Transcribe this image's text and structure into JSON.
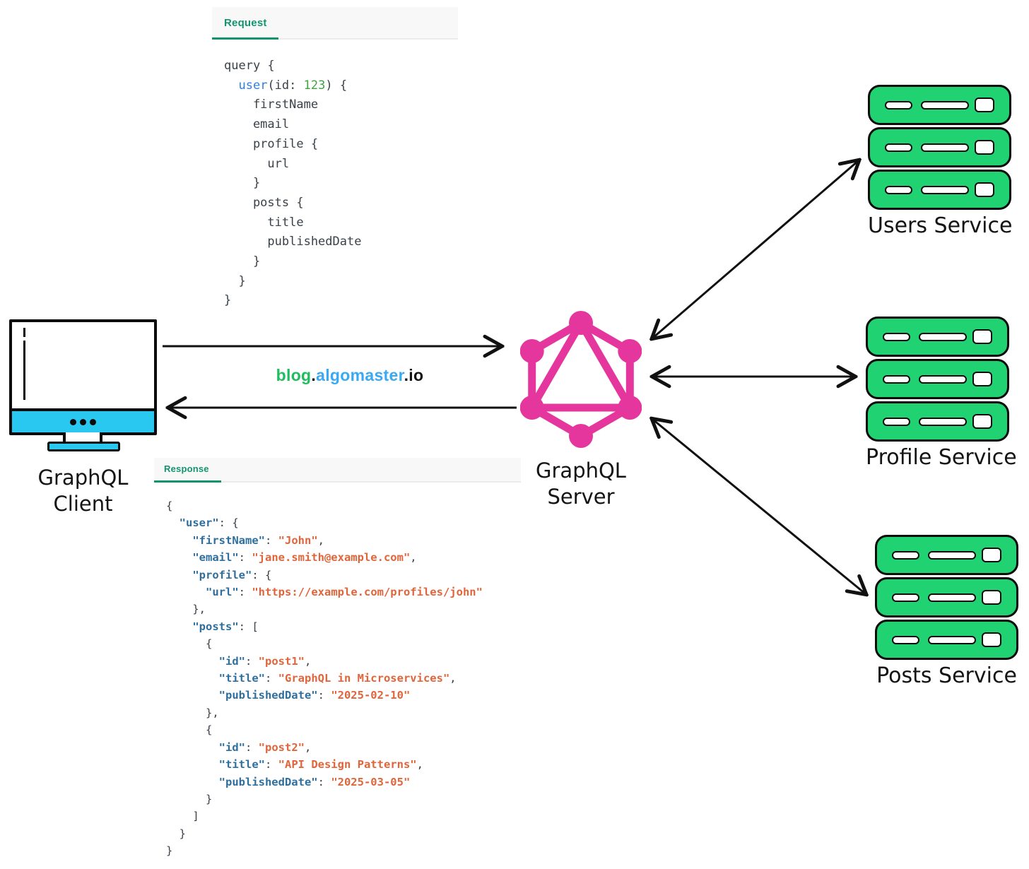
{
  "diagram": {
    "domain_label": {
      "part1": "blog",
      "dot1": ".",
      "part2": "algomaster",
      "part3": ".io"
    },
    "client": {
      "label_line1": "GraphQL",
      "label_line2": "Client"
    },
    "server": {
      "label_line1": "GraphQL",
      "label_line2": "Server"
    },
    "services": [
      {
        "label": "Users Service"
      },
      {
        "label": "Profile Service"
      },
      {
        "label": "Posts Service"
      }
    ],
    "colors": {
      "service_green": "#21d272",
      "graphql_pink": "#e5369e",
      "client_cyan": "#29c8f0",
      "tab_teal": "#12946f",
      "json_key_blue": "#2e6f9e",
      "json_value_orange": "#e0653a",
      "query_keyword_blue": "#2d7fe0",
      "query_number_green": "#3fa344"
    }
  },
  "request_panel": {
    "tab_label": "Request",
    "code_lines": [
      [
        {
          "t": "query {",
          "c": "punct"
        }
      ],
      [
        {
          "t": "  ",
          "c": "punct"
        },
        {
          "t": "user",
          "c": "kw"
        },
        {
          "t": "(id: ",
          "c": "punct"
        },
        {
          "t": "123",
          "c": "num"
        },
        {
          "t": ") {",
          "c": "punct"
        }
      ],
      [
        {
          "t": "    firstName",
          "c": "punct"
        }
      ],
      [
        {
          "t": "    email",
          "c": "punct"
        }
      ],
      [
        {
          "t": "    profile {",
          "c": "punct"
        }
      ],
      [
        {
          "t": "      url",
          "c": "punct"
        }
      ],
      [
        {
          "t": "    }",
          "c": "punct"
        }
      ],
      [
        {
          "t": "    posts {",
          "c": "punct"
        }
      ],
      [
        {
          "t": "      title",
          "c": "punct"
        }
      ],
      [
        {
          "t": "      publishedDate",
          "c": "punct"
        }
      ],
      [
        {
          "t": "    }",
          "c": "punct"
        }
      ],
      [
        {
          "t": "  }",
          "c": "punct"
        }
      ],
      [
        {
          "t": "}",
          "c": "punct"
        }
      ]
    ]
  },
  "response_panel": {
    "tab_label": "Response",
    "code_lines": [
      [
        {
          "t": "{",
          "c": "punct"
        }
      ],
      [
        {
          "t": "  ",
          "c": "punct"
        },
        {
          "t": "\"user\"",
          "c": "key"
        },
        {
          "t": ": {",
          "c": "punct"
        }
      ],
      [
        {
          "t": "    ",
          "c": "punct"
        },
        {
          "t": "\"firstName\"",
          "c": "key"
        },
        {
          "t": ": ",
          "c": "punct"
        },
        {
          "t": "\"John\"",
          "c": "str"
        },
        {
          "t": ",",
          "c": "punct"
        }
      ],
      [
        {
          "t": "    ",
          "c": "punct"
        },
        {
          "t": "\"email\"",
          "c": "key"
        },
        {
          "t": ": ",
          "c": "punct"
        },
        {
          "t": "\"jane.smith@example.com\"",
          "c": "str"
        },
        {
          "t": ",",
          "c": "punct"
        }
      ],
      [
        {
          "t": "    ",
          "c": "punct"
        },
        {
          "t": "\"profile\"",
          "c": "key"
        },
        {
          "t": ": {",
          "c": "punct"
        }
      ],
      [
        {
          "t": "      ",
          "c": "punct"
        },
        {
          "t": "\"url\"",
          "c": "key"
        },
        {
          "t": ": ",
          "c": "punct"
        },
        {
          "t": "\"https://example.com/profiles/john\"",
          "c": "str"
        }
      ],
      [
        {
          "t": "    },",
          "c": "punct"
        }
      ],
      [
        {
          "t": "    ",
          "c": "punct"
        },
        {
          "t": "\"posts\"",
          "c": "key"
        },
        {
          "t": ": [",
          "c": "punct"
        }
      ],
      [
        {
          "t": "      {",
          "c": "punct"
        }
      ],
      [
        {
          "t": "        ",
          "c": "punct"
        },
        {
          "t": "\"id\"",
          "c": "key"
        },
        {
          "t": ": ",
          "c": "punct"
        },
        {
          "t": "\"post1\"",
          "c": "str"
        },
        {
          "t": ",",
          "c": "punct"
        }
      ],
      [
        {
          "t": "        ",
          "c": "punct"
        },
        {
          "t": "\"title\"",
          "c": "key"
        },
        {
          "t": ": ",
          "c": "punct"
        },
        {
          "t": "\"GraphQL in Microservices\"",
          "c": "str"
        },
        {
          "t": ",",
          "c": "punct"
        }
      ],
      [
        {
          "t": "        ",
          "c": "punct"
        },
        {
          "t": "\"publishedDate\"",
          "c": "key"
        },
        {
          "t": ": ",
          "c": "punct"
        },
        {
          "t": "\"2025-02-10\"",
          "c": "str"
        }
      ],
      [
        {
          "t": "      },",
          "c": "punct"
        }
      ],
      [
        {
          "t": "      {",
          "c": "punct"
        }
      ],
      [
        {
          "t": "        ",
          "c": "punct"
        },
        {
          "t": "\"id\"",
          "c": "key"
        },
        {
          "t": ": ",
          "c": "punct"
        },
        {
          "t": "\"post2\"",
          "c": "str"
        },
        {
          "t": ",",
          "c": "punct"
        }
      ],
      [
        {
          "t": "        ",
          "c": "punct"
        },
        {
          "t": "\"title\"",
          "c": "key"
        },
        {
          "t": ": ",
          "c": "punct"
        },
        {
          "t": "\"API Design Patterns\"",
          "c": "str"
        },
        {
          "t": ",",
          "c": "punct"
        }
      ],
      [
        {
          "t": "        ",
          "c": "punct"
        },
        {
          "t": "\"publishedDate\"",
          "c": "key"
        },
        {
          "t": ": ",
          "c": "punct"
        },
        {
          "t": "\"2025-03-05\"",
          "c": "str"
        }
      ],
      [
        {
          "t": "      }",
          "c": "punct"
        }
      ],
      [
        {
          "t": "    ]",
          "c": "punct"
        }
      ],
      [
        {
          "t": "  }",
          "c": "punct"
        }
      ],
      [
        {
          "t": "}",
          "c": "punct"
        }
      ]
    ]
  }
}
